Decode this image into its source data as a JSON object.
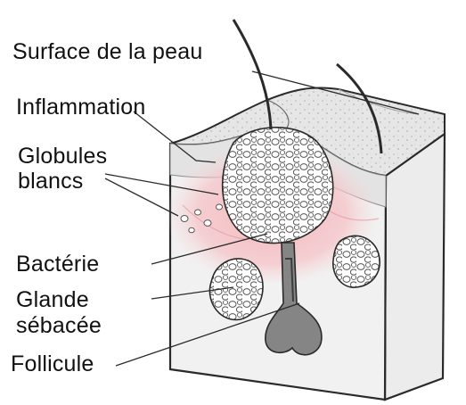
{
  "labels": {
    "surface": "Surface de la peau",
    "inflammation": "Inflammation",
    "globules_line1": "Globules",
    "globules_line2": "blancs",
    "bacterie": "Bactérie",
    "glande_line1": "Glande",
    "glande_line2": "sébacée",
    "follicule": "Follicule"
  },
  "colors": {
    "outline": "#2a2a2a",
    "skin_surface": "#d8d8d8",
    "inflammation": "#f2b3b8",
    "cells": "#ffffff",
    "follicle": "#808080"
  }
}
